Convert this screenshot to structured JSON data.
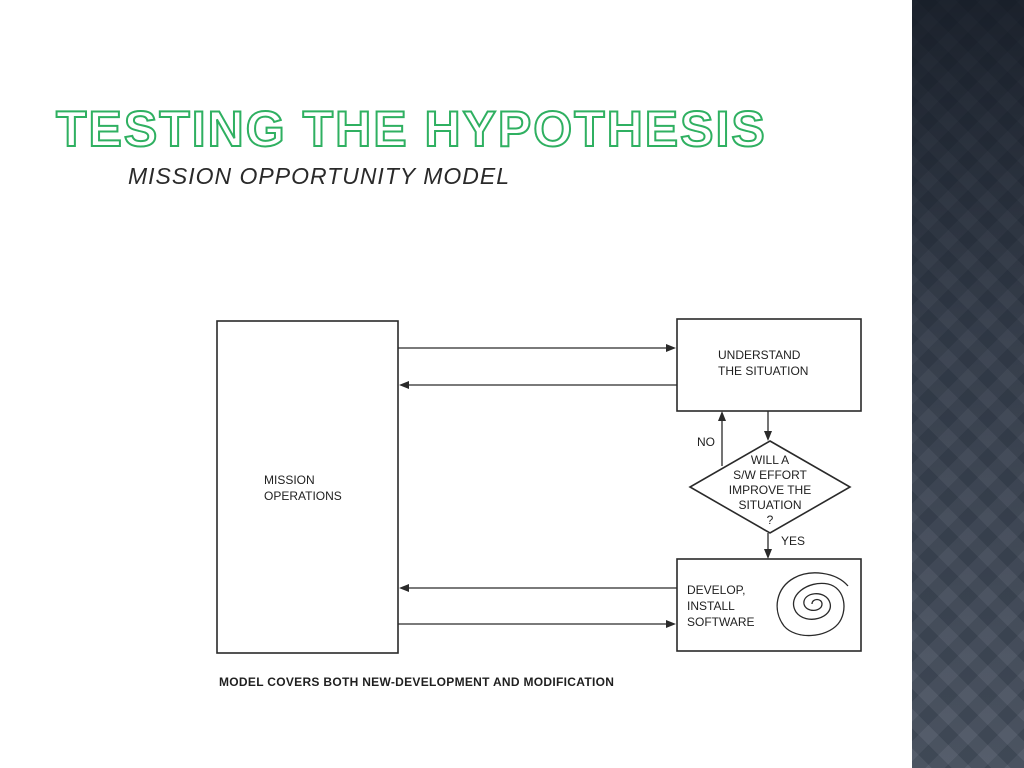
{
  "slide": {
    "title": "Testing the Hypothesis",
    "figure_title": "MISSION OPPORTUNITY MODEL"
  },
  "diagram": {
    "mission_operations": [
      "MISSION",
      "OPERATIONS"
    ],
    "understand": [
      "UNDERSTAND",
      "THE SITUATION"
    ],
    "decision": [
      "WILL A",
      "S/W EFFORT",
      "IMPROVE THE",
      "SITUATION",
      "?"
    ],
    "no_label": "NO",
    "yes_label": "YES",
    "develop": [
      "DEVELOP,",
      "INSTALL",
      "SOFTWARE"
    ],
    "caption": "MODEL COVERS BOTH NEW-DEVELOPMENT AND MODIFICATION"
  },
  "colors": {
    "title_outline": "#2fb061",
    "side_panel": "#3b4452"
  }
}
